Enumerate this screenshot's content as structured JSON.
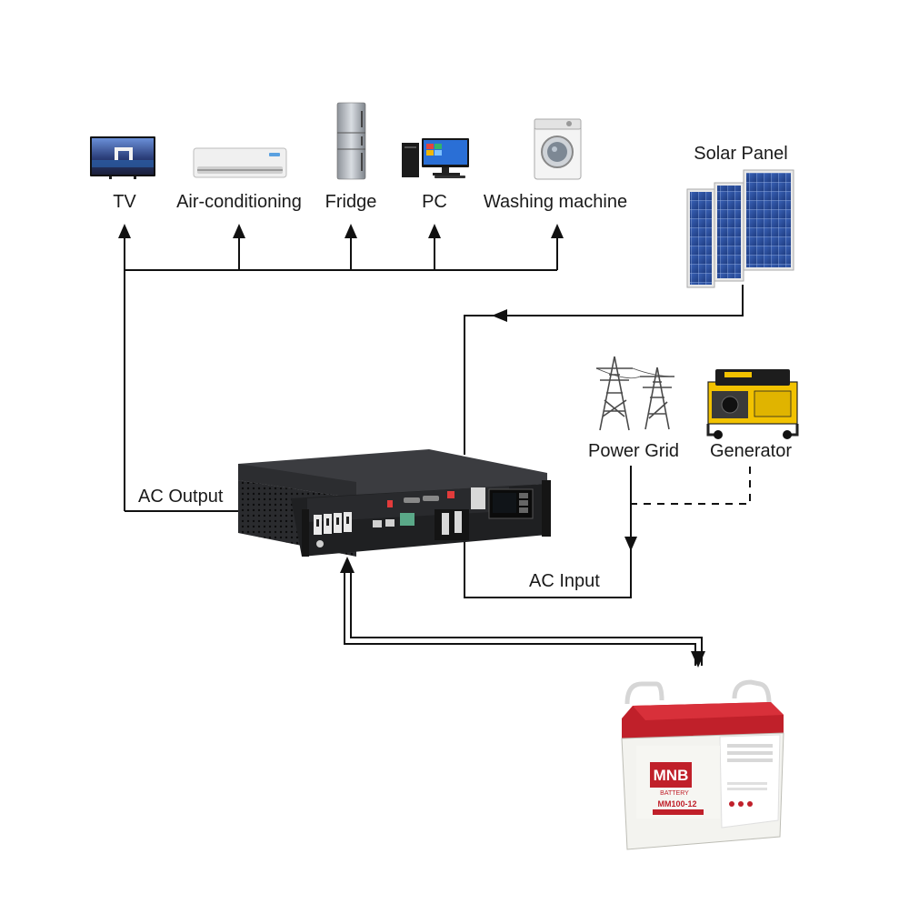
{
  "loads": {
    "tv": "TV",
    "air_conditioning": "Air-conditioning",
    "fridge": "Fridge",
    "pc": "PC",
    "washing_machine": "Washing machine"
  },
  "sources": {
    "solar_panel": "Solar Panel",
    "power_grid": "Power Grid",
    "generator": "Generator"
  },
  "connections": {
    "ac_output": "AC Output",
    "ac_input": "AC Input"
  },
  "battery": {
    "brand": "MNB",
    "brand_sub": "BATTERY",
    "model": "MM100-12"
  },
  "colors": {
    "battery_red": "#c0202a",
    "solar_blue": "#2e4f9a",
    "generator_yellow": "#f2c200"
  }
}
